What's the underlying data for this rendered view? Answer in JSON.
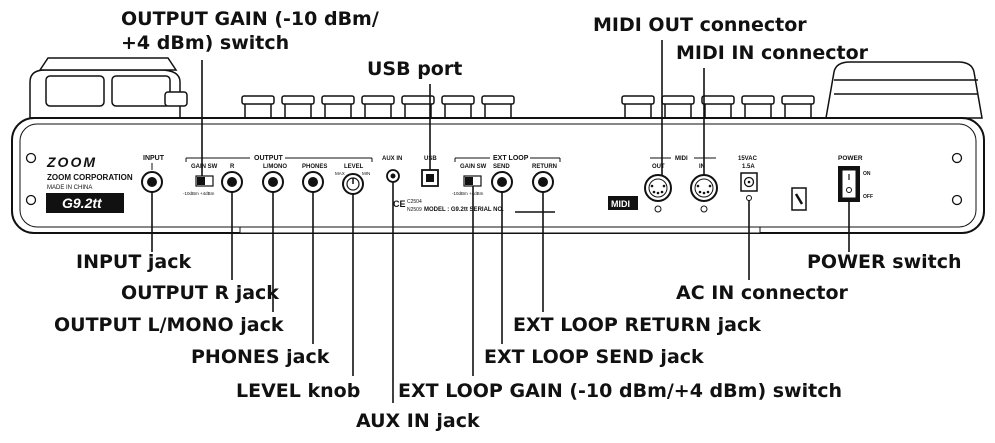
{
  "callouts": {
    "output_gain_line1": "OUTPUT GAIN (-10 dBm/",
    "output_gain_line2": "+4 dBm) switch",
    "usb_port": "USB port",
    "midi_out": "MIDI OUT connector",
    "midi_in": "MIDI IN connector",
    "input_jack": "INPUT jack",
    "output_r_jack": "OUTPUT R jack",
    "output_l_mono_jack": "OUTPUT L/MONO jack",
    "phones_jack": "PHONES jack",
    "level_knob": "LEVEL knob",
    "aux_in_jack": "AUX IN jack",
    "ext_loop_gain_switch": "EXT LOOP GAIN (-10 dBm/+4 dBm) switch",
    "ext_loop_send_jack": "EXT LOOP SEND jack",
    "ext_loop_return_jack": "EXT LOOP RETURN jack",
    "power_switch": "POWER switch",
    "ac_in_connector": "AC IN connector"
  },
  "panel": {
    "brand_logo": "ZOOM",
    "company": "ZOOM CORPORATION",
    "made_in": "MADE IN CHINA",
    "model_badge": "G9.2tt",
    "input_label": "INPUT",
    "output_group": "OUTPUT",
    "gain_sw": "GAIN SW",
    "gain_sw_values": "-10dBm  +4dBm",
    "r_label": "R",
    "l_mono_label": "L/MONO",
    "phones_label": "PHONES",
    "level_label": "LEVEL",
    "level_max": "MAX",
    "level_min": "MIN",
    "aux_in_label": "AUX IN",
    "usb_label": "USB",
    "ext_loop_group": "EXT LOOP",
    "ext_gain_sw": "GAIN SW",
    "send_label": "SEND",
    "return_label": "RETURN",
    "model_serial": "MODEL : G9.2tt   SERIAL NO.",
    "midi_group": "MIDI",
    "midi_out_label": "OUT",
    "midi_in_label": "IN",
    "midi_logo": "MIDI",
    "dc_rating_1": "15VAC",
    "dc_rating_2": "1.5A",
    "power_label": "POWER",
    "power_on": "ON",
    "power_off": "OFF",
    "ce_mark": "CE",
    "cert_1": "C2504",
    "cert_2": "N2509"
  },
  "colors": {
    "ink": "#111111",
    "panel_fill": "#ffffff",
    "dark": "#222222"
  }
}
